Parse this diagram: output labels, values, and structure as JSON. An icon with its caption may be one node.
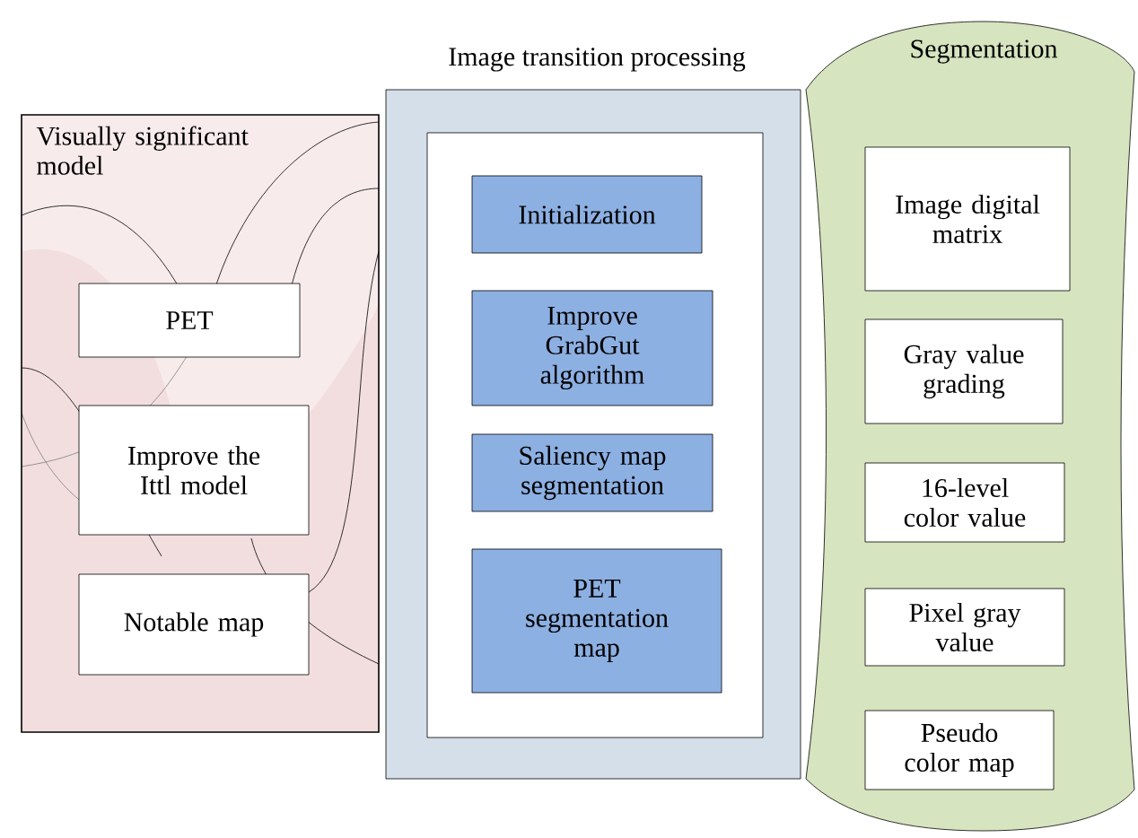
{
  "diagram": {
    "nodes": [
      {
        "text": [
          "Visually significant model"
        ]
      },
      {
        "text": [
          "PET"
        ],
        "in": 0
      },
      {
        "text": [
          "Improve the Ittl model"
        ],
        "in": 0
      },
      {
        "text": [
          "Notable map"
        ],
        "in": 0
      },
      {
        "text": [
          "Image transition processing"
        ]
      },
      {
        "text": [],
        "shape": "box",
        "in": 4
      },
      {
        "text": [
          "Initialization"
        ],
        "in": 5
      },
      {
        "text": [
          "Improve GrabGut algorithm"
        ],
        "in": 5
      },
      {
        "text": [
          "Saliency map segmentation"
        ],
        "in": 5
      },
      {
        "text": [
          "PET segmentation map"
        ],
        "in": 5
      },
      {
        "text": [
          "Segmentation"
        ]
      },
      {
        "text": [
          "Image digital matrix"
        ],
        "in": 10
      },
      {
        "text": [
          "Gray value grading"
        ],
        "in": 10
      },
      {
        "text": [
          "16-level color value"
        ],
        "in": 10
      },
      {
        "text": [
          "Pixel gray value"
        ],
        "in": 10
      },
      {
        "text": [
          "Pseudo color map"
        ],
        "in": 10
      }
    ]
  }
}
